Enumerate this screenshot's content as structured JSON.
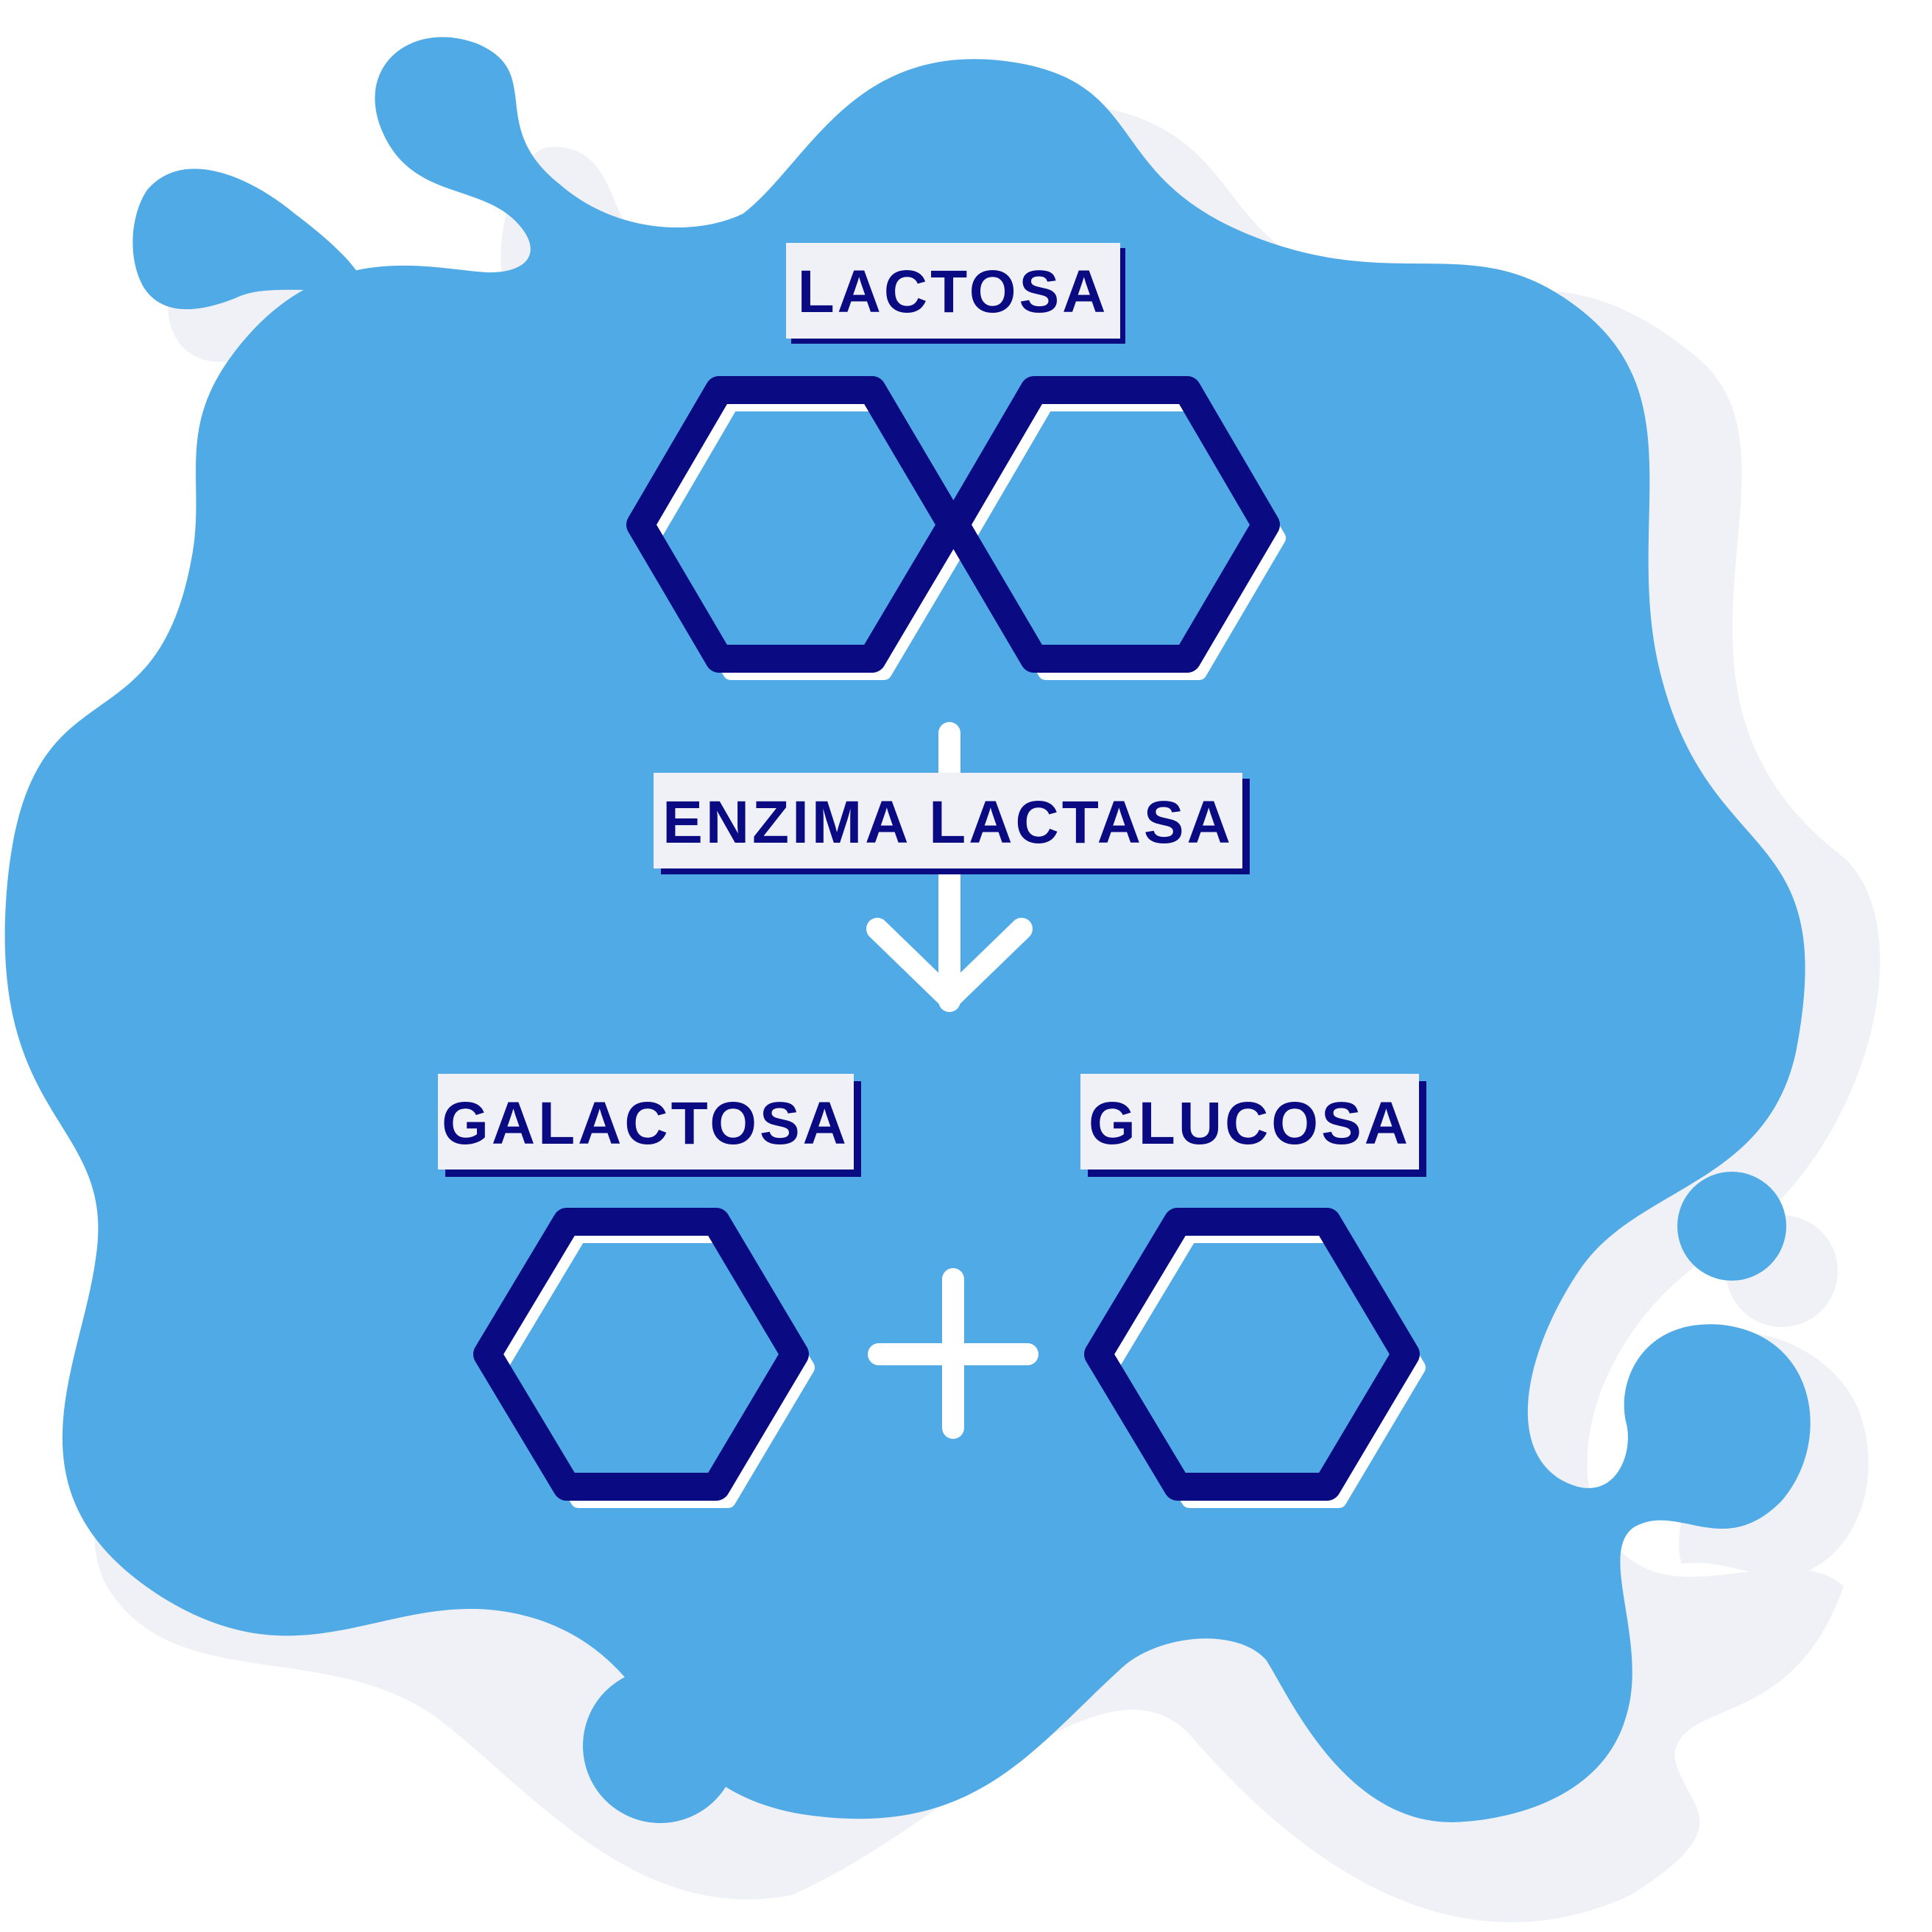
{
  "labels": {
    "lactose": "LACTOSA",
    "enzyme": "ENZIMA LACTASA",
    "galactose": "GALACTOSA",
    "glucose": "GLUCOSA"
  },
  "colors": {
    "background": "#ffffff",
    "blob": "#50aae6",
    "blob_shadow": "#eff1f7",
    "navy": "#0a0a82",
    "label_bg": "#eff1f7",
    "white": "#ffffff"
  }
}
